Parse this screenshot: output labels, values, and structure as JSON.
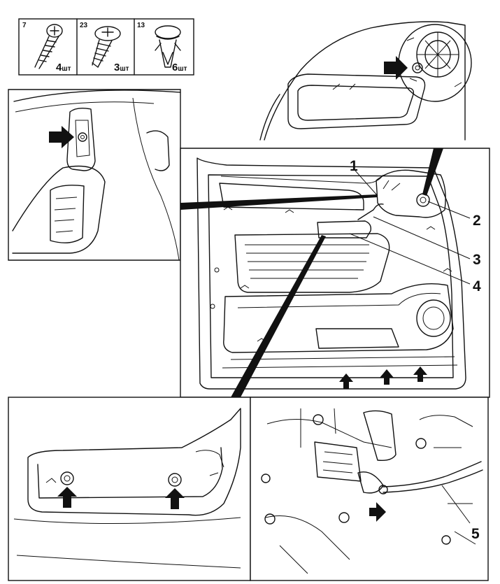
{
  "fasteners": [
    {
      "code": "7",
      "qty": "4",
      "unit": "шт"
    },
    {
      "code": "23",
      "qty": "3",
      "unit": "шт"
    },
    {
      "code": "13",
      "qty": "6",
      "unit": "шт"
    }
  ],
  "callouts": [
    "1",
    "2",
    "3",
    "4",
    "5"
  ]
}
